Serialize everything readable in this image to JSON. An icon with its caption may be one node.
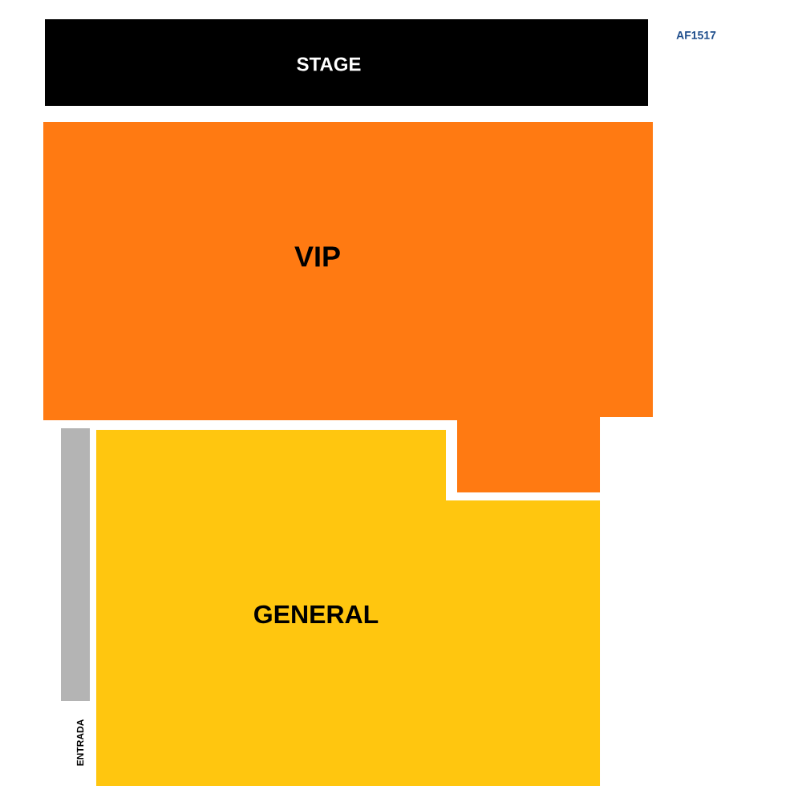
{
  "diagram": {
    "nodes": [
      {
        "text": [
          "STAGE"
        ]
      },
      {
        "text": [
          "VIP"
        ]
      },
      {
        "text": [
          "GENERAL"
        ]
      },
      {
        "text": [],
        "shape": "bar"
      }
    ],
    "edges": [],
    "labels": [
      "AF1517",
      "ENTRADA"
    ]
  }
}
